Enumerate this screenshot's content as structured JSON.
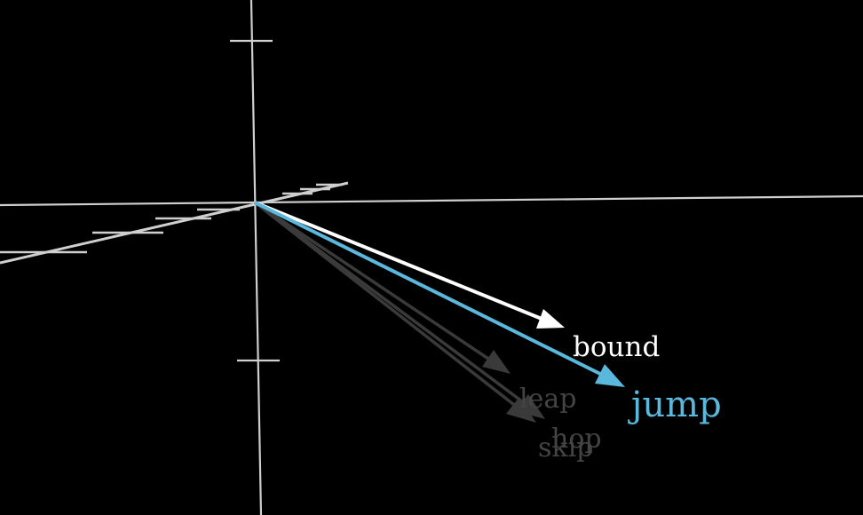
{
  "colors": {
    "background": "#000000",
    "axis": "#cfcfcf",
    "highlight": "#5ab8dc",
    "primary": "#ffffff",
    "faded": "#3a3a3a",
    "faded_text": "#444444"
  },
  "vectors": {
    "bound": {
      "label": "bound",
      "color": "#ffffff"
    },
    "jump": {
      "label": "jump",
      "color": "#5ab8dc"
    },
    "leap": {
      "label": "leap",
      "color": "#3a3a3a"
    },
    "hop": {
      "label": "hop",
      "color": "#3a3a3a"
    },
    "skip": {
      "label": "skip",
      "color": "#3a3a3a"
    }
  }
}
